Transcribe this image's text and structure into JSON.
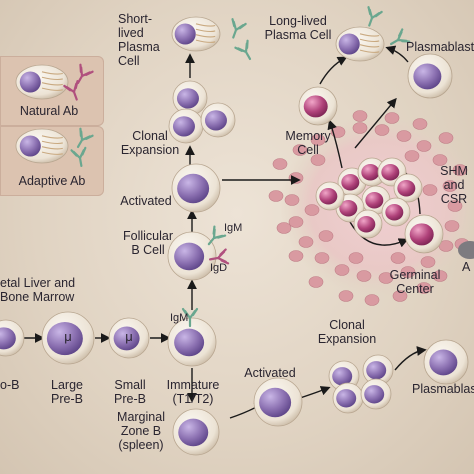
{
  "panels": {
    "natural_ab": "Natural Ab",
    "adaptive_ab": "Adaptive Ab"
  },
  "labels": {
    "short_lived": "Short-\nlived\nPlasma\nCell",
    "long_lived": "Long-lived\nPlasma Cell",
    "plasmablast_top": "Plasmablast",
    "clonal_expansion_left": "Clonal\nExpansion",
    "memory_cell": "Memory\nCell",
    "shm_csr": "SHM\nand\nCSR",
    "activated_top": "Activated",
    "follicular": "Follicular\nB Cell",
    "igm_follicular": "IgM",
    "igd_follicular": "IgD",
    "germinal_center": "Germinal\nCenter",
    "antigen_cut": "A",
    "fetal_liver": "etal Liver and\nBone Marrow",
    "igm_immature": "IgM",
    "clonal_expansion_right": "Clonal\nExpansion",
    "mu_large": "μ",
    "mu_small": "μ",
    "pro_b": "o-B",
    "large_pre_b": "Large\nPre-B",
    "small_pre_b": "Small\nPre-B",
    "immature": "Immature\n(T1/T2)",
    "activated_bottom": "Activated",
    "plasmablast_bottom": "Plasmablast",
    "marginal_zone": "Marginal\nZone B\n(spleen)"
  },
  "colors": {
    "background": "#e6d9c9",
    "panel": "#dcc3b0",
    "cell_body": "#f1ece2",
    "nucleus": "#8a6fb0",
    "nucleus_mature": "#b0427a",
    "germinal_dots": "#d79aa0",
    "antibody_green": "#6aa78f",
    "antibody_magenta": "#b0507e"
  }
}
